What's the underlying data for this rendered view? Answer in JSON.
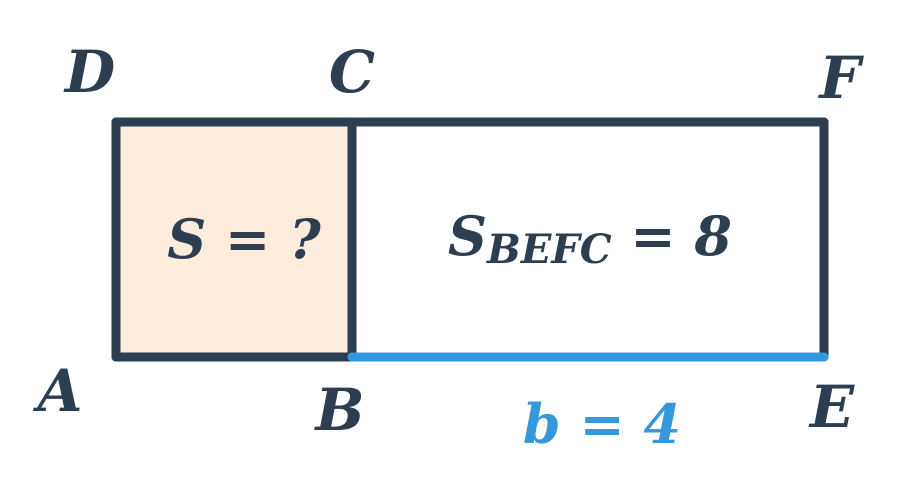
{
  "colors": {
    "stroke": "#2c3e50",
    "accent": "#3498db",
    "fill": "#fdebdc",
    "background": "#ffffff"
  },
  "points": {
    "A": "A",
    "B": "B",
    "C": "C",
    "D": "D",
    "E": "E",
    "F": "F"
  },
  "labels": {
    "small_area": "S = ?",
    "big_area_symbol": "S",
    "big_area_subscript": "BEFC",
    "big_area_value": " = 8",
    "segment_be": "b = 4"
  }
}
